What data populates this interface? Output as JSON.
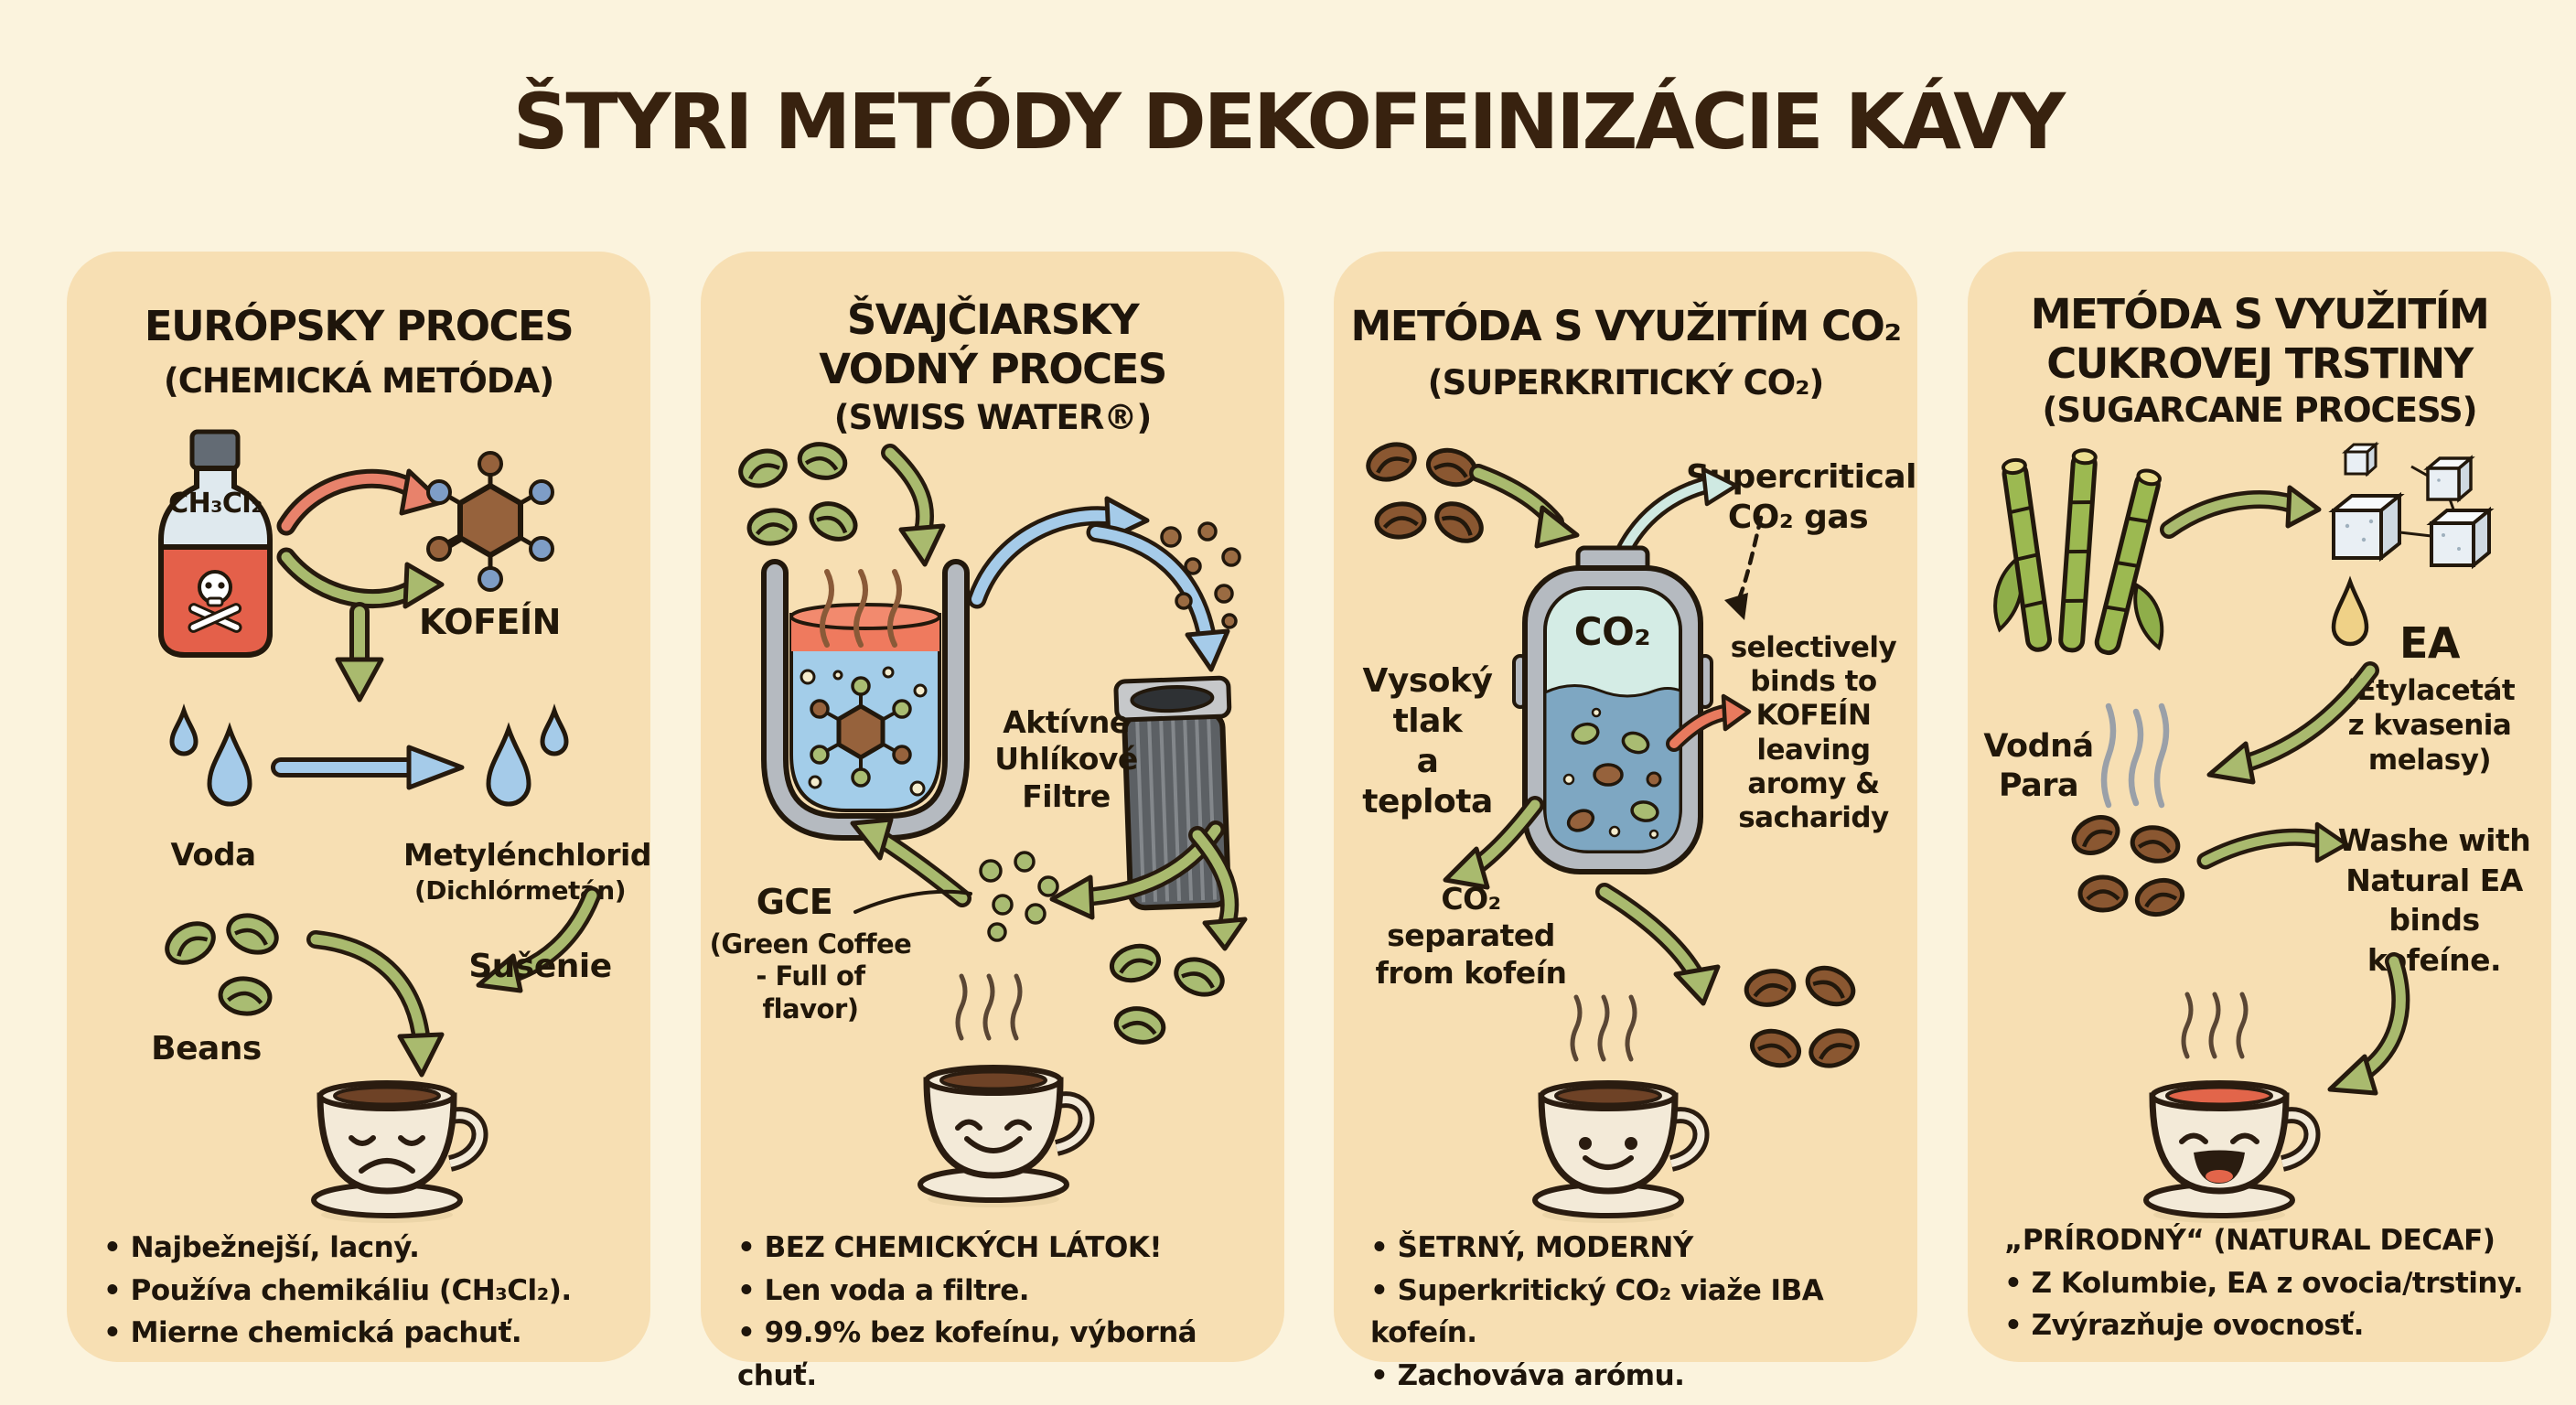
{
  "title": "ŠTYRI METÓDY DEKOFEINIZÁCIE KÁVY",
  "colors": {
    "background": "#fbf3dd",
    "panel": "#f7dfb3",
    "ink": "#221709",
    "title_ink": "#38220f",
    "arrow_green": "#a9ba6e",
    "arrow_blue": "#a5cbe9",
    "arrow_red": "#e8826b",
    "arrow_salmon": "#e87a5e",
    "arrow_teal": "#cfe9e2",
    "bean_green": "#a9bc72",
    "bean_brown": "#8a5731",
    "coffee_brown": "#6e4226",
    "coffee_orange": "#e2654a",
    "tank_water": "#a3cde9",
    "tank_surface": "#ef7a5e",
    "metal_gray": "#b5bac0",
    "filter_dark": "#5c6064",
    "sugar_white": "#e9eff4",
    "drop_yellow": "#efd187",
    "bottle_red": "#e4604a",
    "vessel_gas": "#d4ece5",
    "vessel_liquid": "#7ea7c2"
  },
  "panels": [
    {
      "key": "europsky-proces",
      "heading": [
        "EURÓPSKY PROCES"
      ],
      "subheading": "(CHEMICKÁ METÓDA)",
      "labels": {
        "formula": "CH₃Cl₂",
        "molecule": "KOFEÍN",
        "water": "Voda",
        "chem": "Metylénchlorid",
        "chem_alt": "(Dichlórmetán)",
        "beans": "Beans",
        "drying": "Sušenie"
      },
      "bullets": [
        "• Najbežnejší, lacný.",
        "• Používa chemikáliu (CH₃Cl₂).",
        "• Mierne chemická pachuť."
      ]
    },
    {
      "key": "svajciarsky-vodny-proces",
      "heading": [
        "ŠVAJČIARSKY",
        "VODNÝ PROCES"
      ],
      "subheading": "(SWISS WATER®)",
      "labels": {
        "filter": [
          "Aktívne",
          "Uhlíkové",
          "Filtre"
        ],
        "gce": "GCE",
        "gce_note": [
          "(Green Coffee",
          "- Full of flavor)"
        ]
      },
      "bullets": [
        "• BEZ CHEMICKÝCH LÁTOK!",
        "• Len voda a filtre.",
        "• 99.9% bez kofeínu, výborná chuť."
      ]
    },
    {
      "key": "metoda-s-vyuzitim-co2",
      "heading": [
        "METÓDA S VYUŽITÍM CO₂"
      ],
      "subheading": "(SUPERKRITICKÝ CO₂)",
      "labels": {
        "gas_out": [
          "Supercritical",
          "CO₂ gas"
        ],
        "vessel_gas": "CO₂",
        "conditions": [
          "Vysoký",
          "tlak",
          "a teplota"
        ],
        "binds": [
          "selectively",
          "binds to",
          "KOFEÍN",
          "leaving",
          "aromy &",
          "sacharidy"
        ],
        "separated": [
          "CO₂",
          "separated",
          "from kofeín"
        ]
      },
      "bullets": [
        "• ŠETRNÝ, MODERNÝ",
        "• Superkritický CO₂ viaže IBA kofeín.",
        "• Zachováva arómu."
      ]
    },
    {
      "key": "metoda-cukrova-trstina",
      "heading": [
        "METÓDA S VYUŽITÍM",
        "CUKROVEJ TRSTINY"
      ],
      "subheading": "(SUGARCANE PROCESS)",
      "labels": {
        "ea": "EA",
        "ea_note": [
          "(Etylacetát",
          "z kvasenia melasy)"
        ],
        "steam": [
          "Vodná",
          "Para"
        ],
        "wash": [
          "Washe with",
          "Natural EA",
          "binds kofeíne."
        ]
      },
      "bullets": [
        "„PRÍRODNÝ“ (NATURAL DECAF)",
        "• Z Kolumbie, EA z ovocia/trstiny.",
        "• Zvýrazňuje ovocnosť."
      ]
    }
  ]
}
